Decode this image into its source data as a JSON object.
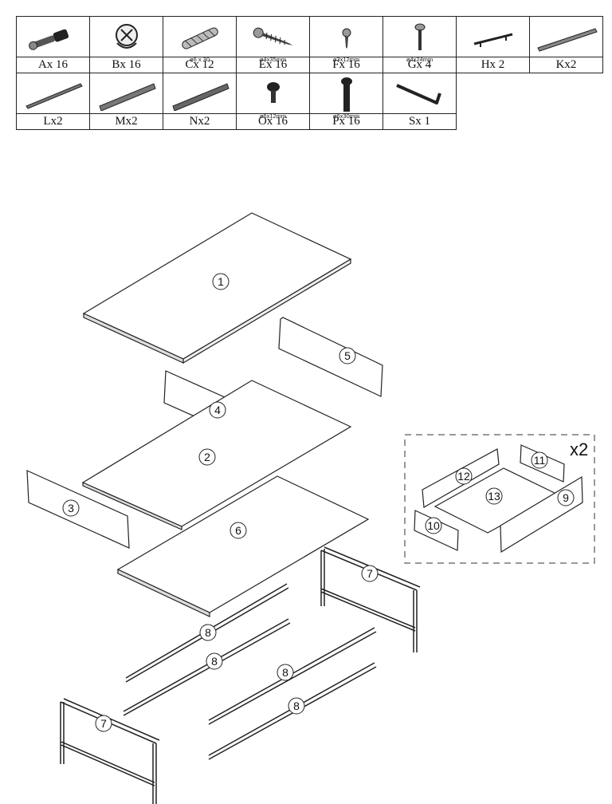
{
  "hardware": [
    {
      "code": "Ax 16",
      "spec": "",
      "icon": "cam-bolt-icon"
    },
    {
      "code": "Bx 16",
      "spec": "",
      "icon": "cam-lock-icon"
    },
    {
      "code": "Cx 12",
      "spec": "ø6 x 30",
      "icon": "wood-dowel-icon"
    },
    {
      "code": "Ex 16",
      "spec": "ø4x35mm",
      "icon": "wood-screw-icon"
    },
    {
      "code": "Fx 16",
      "spec": "ø3x12mm",
      "icon": "short-screw-icon"
    },
    {
      "code": "Gx 4",
      "spec": "ø4x24mm",
      "icon": "machine-screw-icon"
    },
    {
      "code": "Hx 2",
      "spec": "",
      "icon": "bar-handle-icon"
    },
    {
      "code": "Kx2",
      "spec": "",
      "icon": "drawer-slide-icon"
    },
    {
      "code": "Lx2",
      "spec": "",
      "icon": "drawer-slide-icon"
    },
    {
      "code": "Mx2",
      "spec": "",
      "icon": "drawer-slide-icon"
    },
    {
      "code": "Nx2",
      "spec": "",
      "icon": "drawer-slide-icon"
    },
    {
      "code": "Ox 16",
      "spec": "ø6x12mm",
      "icon": "hex-bolt-short-icon"
    },
    {
      "code": "Px 16",
      "spec": "ø6x30mm",
      "icon": "hex-bolt-long-icon"
    },
    {
      "code": "Sx 1",
      "spec": "",
      "icon": "allen-key-icon"
    }
  ],
  "parts": {
    "p1": "1",
    "p2": "2",
    "p3": "3",
    "p4": "4",
    "p5": "5",
    "p6": "6",
    "p7a": "7",
    "p7b": "7",
    "p8a": "8",
    "p8b": "8",
    "p8c": "8",
    "p8d": "8",
    "p9": "9",
    "p10": "10",
    "p11": "11",
    "p12": "12",
    "p13": "13"
  },
  "drawer_multiplier": "x2"
}
